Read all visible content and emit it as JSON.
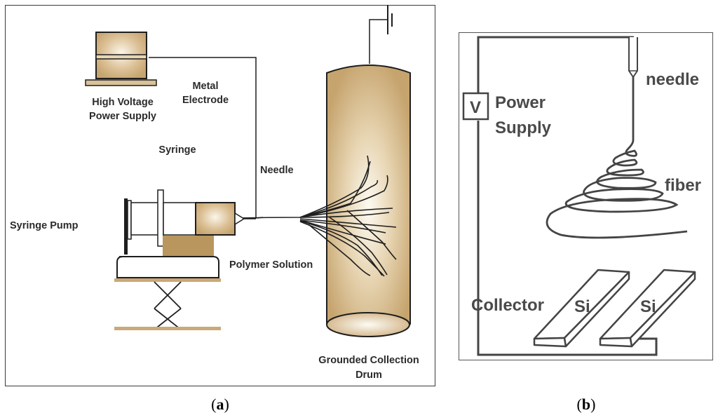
{
  "panel_a": {
    "caption_letter": "a",
    "labels": {
      "hv_line1": "High Voltage",
      "hv_line2": "Power Supply",
      "metal_line1": "Metal",
      "metal_line2": "Electrode",
      "syringe": "Syringe",
      "needle": "Needle",
      "syringe_pump": "Syringe Pump",
      "polymer_solution": "Polymer Solution",
      "drum_line1": "Grounded Collection",
      "drum_line2": "Drum"
    },
    "colors": {
      "tan": "#c9a978",
      "tan_dark": "#b8965e",
      "light": "#faf5e8",
      "stroke": "#1e1e1e"
    }
  },
  "panel_b": {
    "caption_letter": "b",
    "labels": {
      "voltmeter": "V",
      "power_line1": "Power",
      "power_line2": "Supply",
      "needle": "needle",
      "fiber": "fiber",
      "collector": "Collector",
      "si_left": "Si",
      "si_right": "Si"
    },
    "colors": {
      "stroke": "#444444",
      "text": "#4a4a4a"
    }
  }
}
